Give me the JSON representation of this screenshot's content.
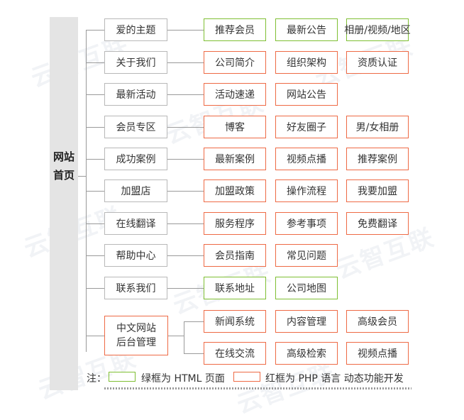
{
  "root": {
    "label": "网站首页"
  },
  "categories": [
    {
      "label": "爱的主题",
      "items": [
        {
          "label": "推荐会员",
          "type": "html"
        },
        {
          "label": "最新公告",
          "type": "html"
        },
        {
          "label": "相册/视频/地区",
          "type": "html"
        }
      ]
    },
    {
      "label": "关于我们",
      "items": [
        {
          "label": "公司简介",
          "type": "php"
        },
        {
          "label": "组织架构",
          "type": "php"
        },
        {
          "label": "资质认证",
          "type": "php"
        }
      ]
    },
    {
      "label": "最新活动",
      "items": [
        {
          "label": "活动速递",
          "type": "php"
        },
        {
          "label": "网站公告",
          "type": "php"
        }
      ]
    },
    {
      "label": "会员专区",
      "items": [
        {
          "label": "博客",
          "type": "php"
        },
        {
          "label": "好友圈子",
          "type": "php"
        },
        {
          "label": "男/女相册",
          "type": "php"
        }
      ]
    },
    {
      "label": "成功案例",
      "items": [
        {
          "label": "最新案例",
          "type": "php"
        },
        {
          "label": "视频点播",
          "type": "php"
        },
        {
          "label": "推荐案例",
          "type": "php"
        }
      ]
    },
    {
      "label": "加盟店",
      "items": [
        {
          "label": "加盟政策",
          "type": "php"
        },
        {
          "label": "操作流程",
          "type": "php"
        },
        {
          "label": "我要加盟",
          "type": "php"
        }
      ]
    },
    {
      "label": "在线翻译",
      "items": [
        {
          "label": "服务程序",
          "type": "php"
        },
        {
          "label": "参考事项",
          "type": "php"
        },
        {
          "label": "免费翻译",
          "type": "php"
        }
      ]
    },
    {
      "label": "帮助中心",
      "items": [
        {
          "label": "会员指南",
          "type": "php"
        },
        {
          "label": "常见问题",
          "type": "php"
        }
      ]
    },
    {
      "label": "联系我们",
      "items": [
        {
          "label": "联系地址",
          "type": "html"
        },
        {
          "label": "公司地图",
          "type": "html"
        }
      ]
    },
    {
      "label": "中文网站\n后台管理",
      "type": "php",
      "rows": [
        [
          {
            "label": "新闻系统",
            "type": "php"
          },
          {
            "label": "内容管理",
            "type": "php"
          },
          {
            "label": "高级会员",
            "type": "php"
          }
        ],
        [
          {
            "label": "在线交流",
            "type": "php"
          },
          {
            "label": "高级检索",
            "type": "php"
          },
          {
            "label": "视频点播",
            "type": "php"
          }
        ]
      ]
    }
  ],
  "legend": {
    "prefix": "注：",
    "html_text": "绿框为 HTML 页面",
    "php_text": "红框为 PHP 语言 动态功能开发"
  },
  "colors": {
    "html": "#7fbf33",
    "php": "#ee6a45",
    "category": "#b8b8b8"
  },
  "watermark": "云智互联"
}
